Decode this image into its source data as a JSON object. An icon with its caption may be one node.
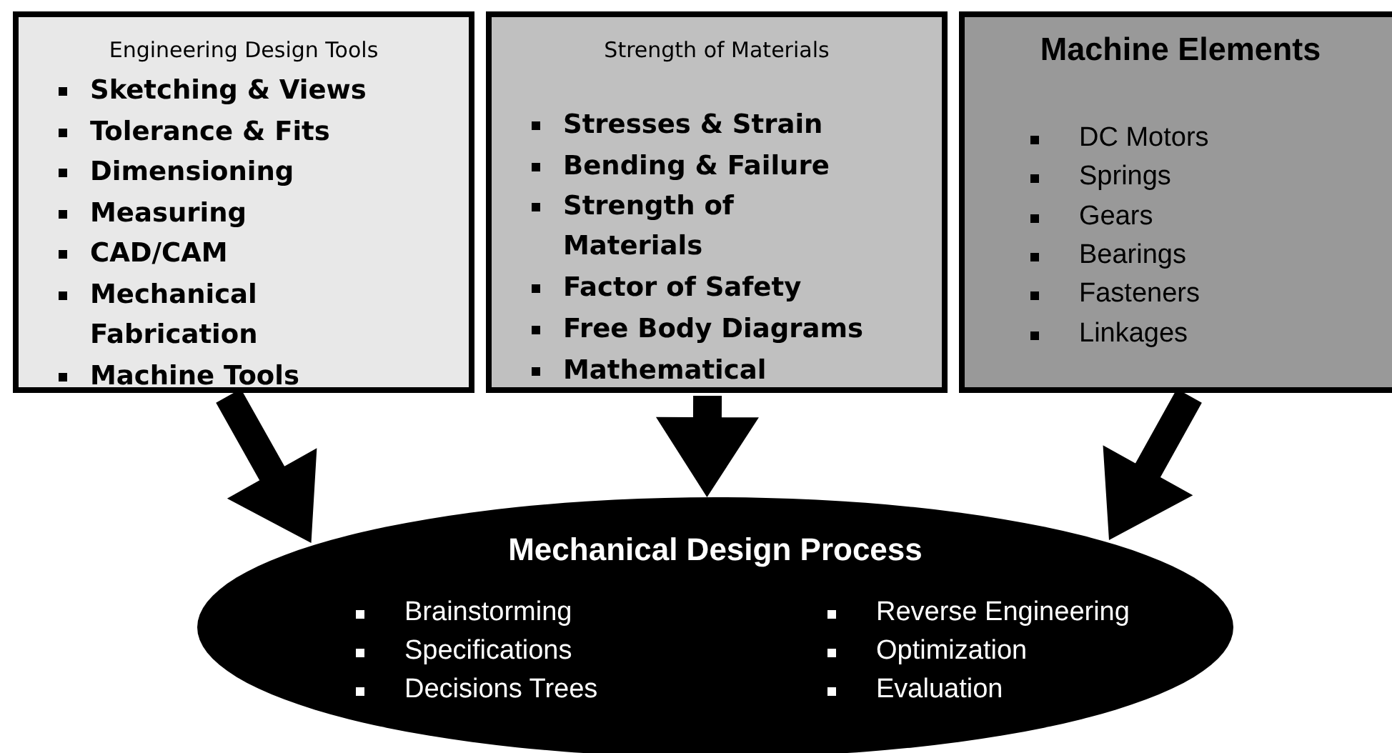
{
  "diagram": {
    "nodes": [
      {
        "text": [
          "Engineering Design Tools",
          "Sketching & Views",
          "Tolerance & Fits",
          "Dimensioning",
          "Measuring",
          "CAD/CAM",
          "Mechanical Fabrication",
          "Machine Tools"
        ]
      },
      {
        "text": [
          "Strength of Materials",
          "Stresses & Strain",
          "Bending & Failure",
          "Strength of Materials",
          "Factor of Safety",
          "Free Body Diagrams",
          "Mathematical"
        ]
      },
      {
        "text": [
          "Machine Elements",
          "DC Motors",
          "Springs",
          "Gears",
          "Bearings",
          "Fasteners",
          "Linkages"
        ]
      },
      {
        "text": [
          "Mechanical Design Process",
          "Brainstorming",
          "Specifications",
          "Decisions Trees",
          "Reverse Engineering",
          "Optimization",
          "Evaluation"
        ]
      }
    ],
    "edges": [
      {
        "from": 0,
        "to": 3,
        "arrow": "to"
      },
      {
        "from": 1,
        "to": 3,
        "arrow": "to"
      },
      {
        "from": 2,
        "to": 3,
        "arrow": "to"
      }
    ]
  }
}
